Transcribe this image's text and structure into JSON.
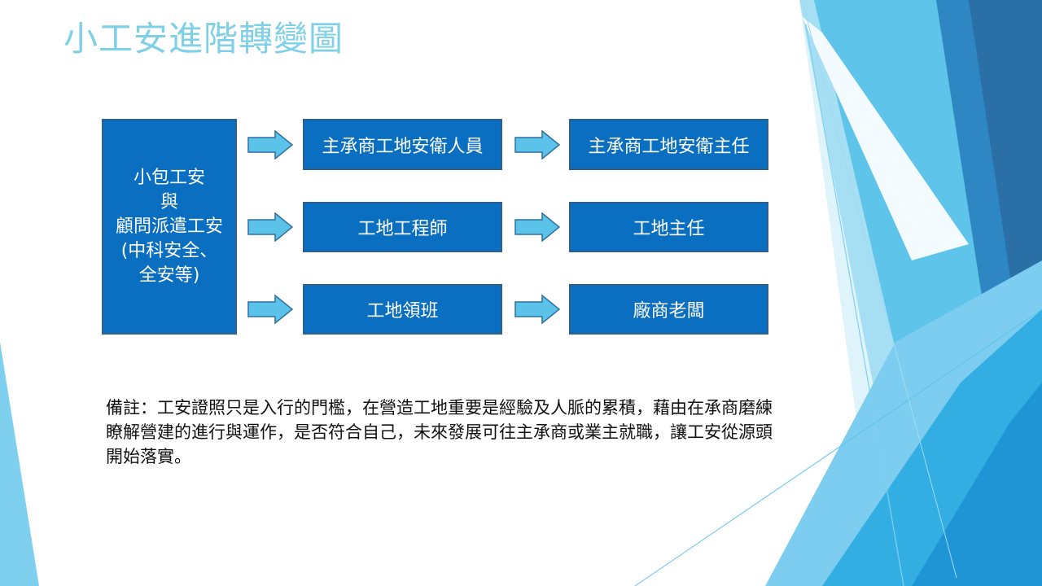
{
  "slide": {
    "title": "小工安進階轉變圖"
  },
  "diagram": {
    "source": {
      "lines": [
        "小包工安",
        "與",
        "顧問派遣工安",
        "(中科安全、",
        "全安等)"
      ]
    },
    "rows": [
      {
        "middle": "主承商工地安衛人員",
        "target": "主承商工地安衛主任"
      },
      {
        "middle": "工地工程師",
        "target": "工地主任"
      },
      {
        "middle": "工地領班",
        "target": "廠商老闆"
      }
    ]
  },
  "note": {
    "text": "備註：工安證照只是入行的門檻，在營造工地重要是經驗及人脈的累積，藉由在承商磨練瞭解營建的進行與運作，是否符合自己，未來發展可往主承商或業主就職，讓工安從源頭開始落實。"
  },
  "colors": {
    "box_fill": "#0a6fc0",
    "box_border": "#2f5f8f",
    "arrow_fill": "#5bc3ea",
    "arrow_stroke": "#2f6f9f",
    "title": "#7fd0e6"
  }
}
